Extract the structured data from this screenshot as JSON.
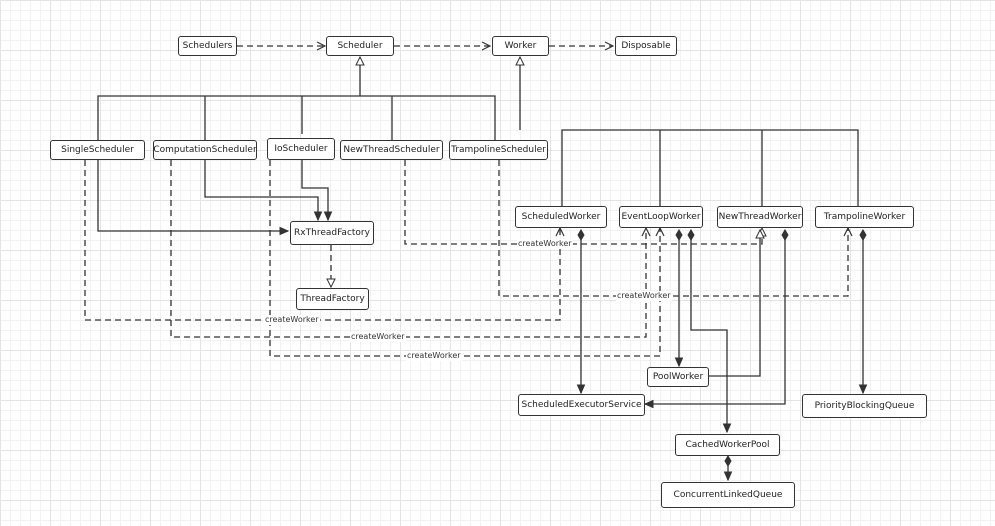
{
  "nodes": {
    "schedulers": "Schedulers",
    "scheduler": "Scheduler",
    "worker": "Worker",
    "disposable": "Disposable",
    "single_scheduler": "SingleScheduler",
    "computation_scheduler": "ComputationScheduler",
    "io_scheduler": "IoScheduler",
    "new_thread_scheduler": "NewThreadScheduler",
    "trampoline_scheduler": "TrampolineScheduler",
    "rx_thread_factory": "RxThreadFactory",
    "thread_factory": "ThreadFactory",
    "scheduled_worker": "ScheduledWorker",
    "event_loop_worker": "EventLoopWorker",
    "new_thread_worker": "NewThreadWorker",
    "trampoline_worker": "TrampolineWorker",
    "pool_worker": "PoolWorker",
    "scheduled_executor_service": "ScheduledExecutorService",
    "priority_blocking_queue": "PriorityBlockingQueue",
    "cached_worker_pool": "CachedWorkerPool",
    "concurrent_linked_queue": "ConcurrentLinkedQueue"
  },
  "edge_labels": {
    "new_thread_create_worker": "createWorker",
    "trampoline_create_worker": "createWorker",
    "single_create_worker": "createWorker",
    "computation_create_worker": "createWorker",
    "io_create_worker": "createWorker"
  }
}
